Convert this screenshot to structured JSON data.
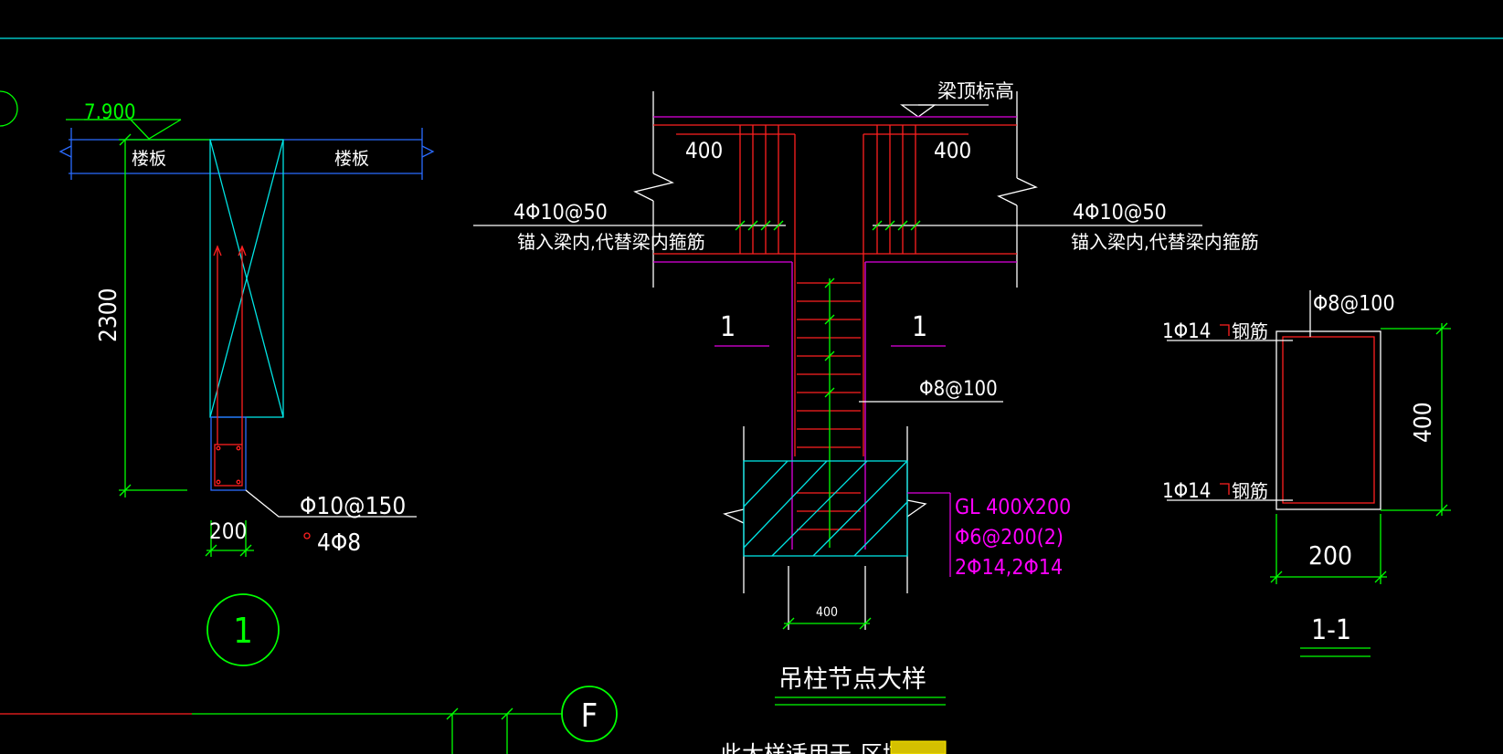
{
  "drawing": {
    "background": "#000000",
    "colors": {
      "white": "#ffffff",
      "green": "#00ff00",
      "cyan": "#00e5e5",
      "blue": "#2a6bff",
      "red": "#ff2020",
      "magenta": "#e000e0"
    },
    "detail_left": {
      "elevation": "7.900",
      "slab_left": "楼板",
      "slab_right": "楼板",
      "height_dim": "2300",
      "width_dim": "200",
      "stirrup_label": "Φ10@150",
      "rebar_label": "4Φ8",
      "detail_number": "1"
    },
    "detail_center": {
      "beam_top_label": "梁顶标高",
      "dim_left": "400",
      "dim_right": "400",
      "rebar_left": "4Φ10@50",
      "rebar_left_note": "锚入梁内,代替梁内箍筋",
      "rebar_right": "4Φ10@50",
      "rebar_right_note": "锚入梁内,代替梁内箍筋",
      "section_mark_left": "1",
      "section_mark_right": "1",
      "stirrup_label": "Φ8@100",
      "gl_line1": "GL 400X200",
      "gl_line2": "Φ6@200(2)",
      "gl_line3": "2Φ14,2Φ14",
      "bottom_dim": "400",
      "title": "吊柱节点大样"
    },
    "detail_section": {
      "top_label": "Φ8@100",
      "top_bar": "1Φ14",
      "top_bar_suffix": "钢筋",
      "bottom_bar": "1Φ14",
      "bottom_bar_suffix": "钢筋",
      "height_dim": "400",
      "width_dim": "200",
      "title": "1-1"
    },
    "grid": {
      "axis_label": "F"
    },
    "footer": {
      "note_fragment": "此大样适用于",
      "area_fragment": "区域"
    }
  }
}
